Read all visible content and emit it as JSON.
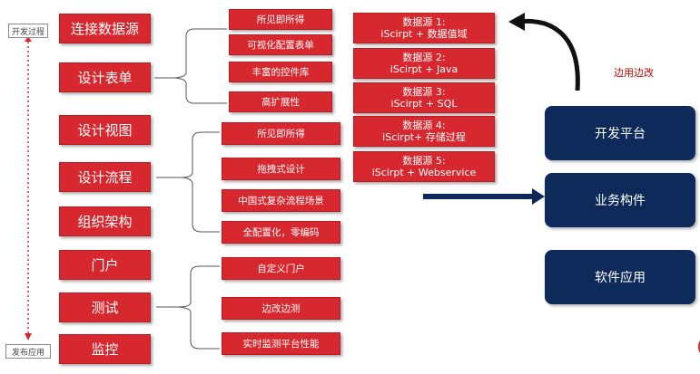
{
  "side_labels": {
    "top": "开发过程",
    "bottom": "发布应用"
  },
  "steps": [
    "连接数据源",
    "设计表单",
    "设计视图",
    "设计流程",
    "组织架构",
    "门户",
    "测试",
    "监控"
  ],
  "form_features": [
    "所见即所得",
    "可视化配置表单",
    "丰富的控件库",
    "高扩展性"
  ],
  "process_features": [
    "所见即所得",
    "拖拽式设计",
    "中国式复杂流程场景",
    "全配置化，零编码"
  ],
  "test_features": [
    "自定义门户",
    "边改边测",
    "实时监测平台性能"
  ],
  "datasources": [
    {
      "title": "数据源 1:",
      "desc": "iScirpt + 数据值域"
    },
    {
      "title": "数据源 2:",
      "desc": "iScirpt + Java"
    },
    {
      "title": "数据源 3:",
      "desc": "iScirpt + SQL"
    },
    {
      "title": "数据源 4:",
      "desc": "iScirpt+ 存储过程"
    },
    {
      "title": "数据源 5:",
      "desc": "iScirpt + Webservice"
    }
  ],
  "loop_label": "边用边改",
  "platforms": [
    "开发平台",
    "业务构件",
    "软件应用"
  ],
  "colors": {
    "red": "#d7282f",
    "navy": "#0e2a5a",
    "loop_text": "#c00000"
  }
}
